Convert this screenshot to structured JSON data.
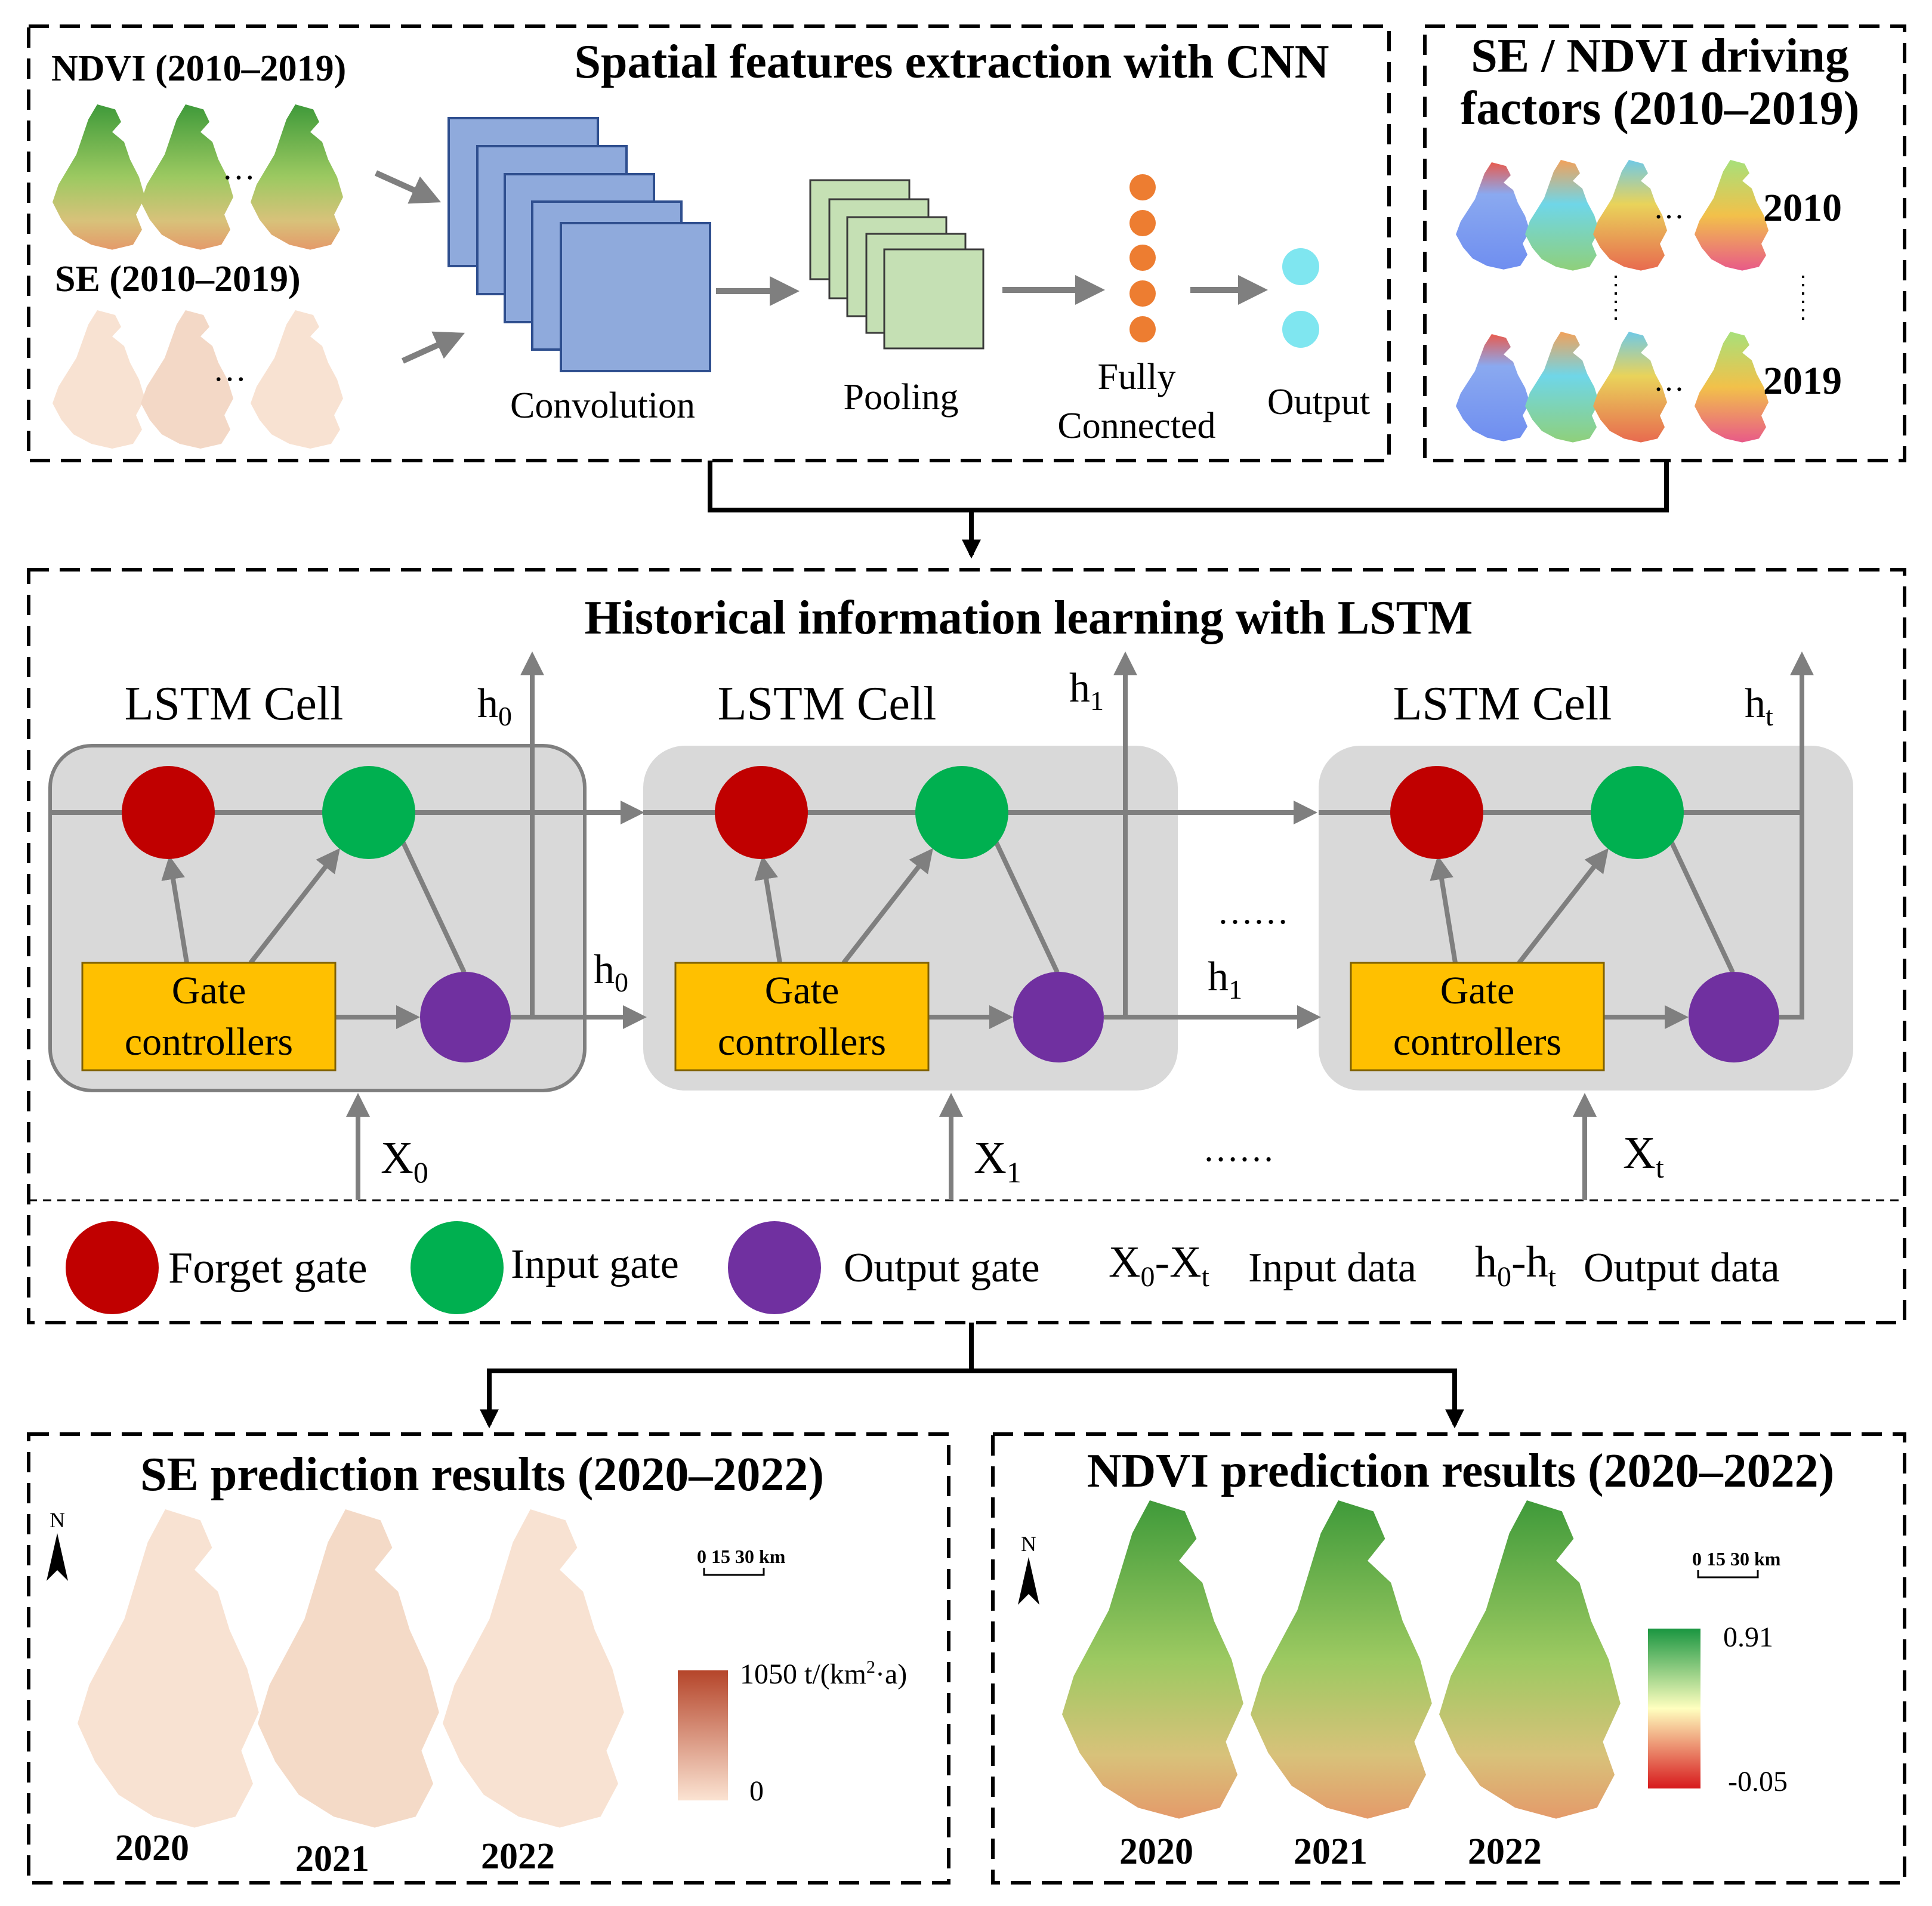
{
  "cnn": {
    "title": "Spatial features extraction with CNN",
    "ndvi_label": "NDVI (2010–2019)",
    "se_label": "SE (2010–2019)",
    "ellipsis": "…",
    "convolution": "Convolution",
    "pooling": "Pooling",
    "fully_connected_1": "Fully",
    "fully_connected_2": "Connected",
    "output": "Output"
  },
  "factors": {
    "title_1": "SE / NDVI driving",
    "title_2": "factors (2010–2019)",
    "year_start": "2010",
    "year_end": "2019",
    "ellipsis": "…"
  },
  "lstm": {
    "title": "Historical information learning with LSTM",
    "cell_label": "LSTM Cell",
    "gate_controllers_1": "Gate",
    "gate_controllers_2": "controllers",
    "dots": "……",
    "h_base": "h",
    "x_base": "X",
    "sub_0": "0",
    "sub_1": "1",
    "sub_t": "t"
  },
  "legend": {
    "forget": "Forget gate",
    "input": "Input gate",
    "output": "Output gate",
    "x_range_a": "X",
    "x_range_b": "-X",
    "input_data": "Input data",
    "h_range_a": "h",
    "h_range_b": "-h",
    "output_data": "Output data"
  },
  "se_results": {
    "title": "SE  prediction results (2020–2022)",
    "years": [
      "2020",
      "2021",
      "2022"
    ],
    "scale": "0  15 30 km",
    "north": "N",
    "legend_max": "1050 t/(km",
    "legend_sup": "2",
    "legend_unit_end": "·a)",
    "legend_min": "0"
  },
  "ndvi_results": {
    "title": "NDVI  prediction results (2020–2022)",
    "years": [
      "2020",
      "2021",
      "2022"
    ],
    "scale": "0  15 30 km",
    "north": "N",
    "legend_max": "0.91",
    "legend_min": "-0.05"
  },
  "colors": {
    "forget_gate": "#c00000",
    "input_gate": "#00b050",
    "output_gate": "#7030a0",
    "gate_box": "#ffc000",
    "cell_bg": "#d9d9d9",
    "conv": "#8faadc",
    "pool": "#c5e0b4",
    "fc_node": "#ed7d31",
    "out_node": "#7fe6f0",
    "arrow": "#7f7f7f"
  }
}
